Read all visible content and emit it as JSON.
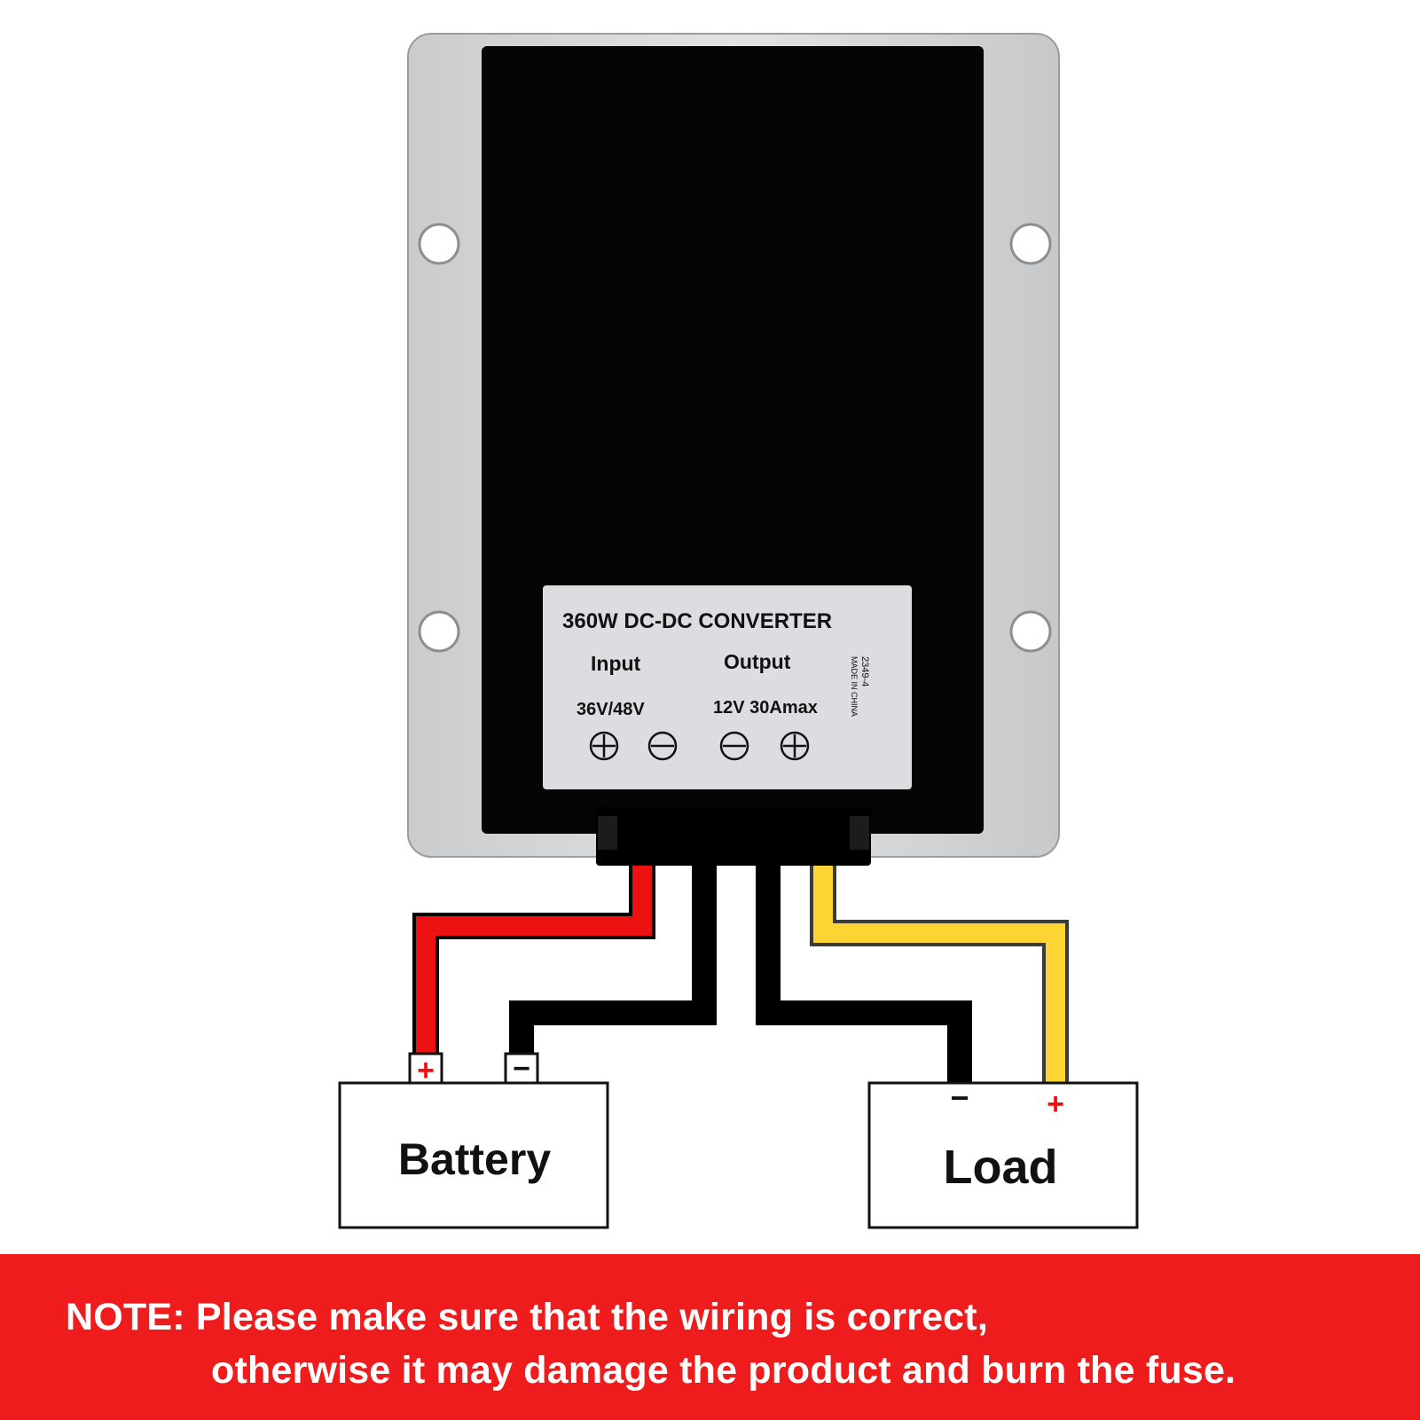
{
  "label": {
    "title": "360W DC-DC CONVERTER",
    "input_label": "Input",
    "output_label": "Output",
    "input_voltage": "36V/48V",
    "output_rating": "12V 30Amax",
    "model_code": "2349-4",
    "origin": "MADE IN CHINA"
  },
  "battery": {
    "label": "Battery",
    "plus": "+",
    "minus": "−"
  },
  "load": {
    "label": "Load",
    "plus": "+",
    "minus": "−"
  },
  "note": {
    "line1": "NOTE: Please make sure that the wiring is correct,",
    "line2": "otherwise it may damage the product and burn the fuse."
  },
  "colors": {
    "red_wire": "#ee1111",
    "black_wire": "#000000",
    "yellow_wire": "#fcd535",
    "banner": "#ee1c1c",
    "housing": "#d4d6d8",
    "converter_body": "#050505",
    "label_plate": "#dcdde0"
  },
  "icons": [
    "mounting-hole-icon",
    "plus-terminal-icon",
    "minus-terminal-icon"
  ]
}
